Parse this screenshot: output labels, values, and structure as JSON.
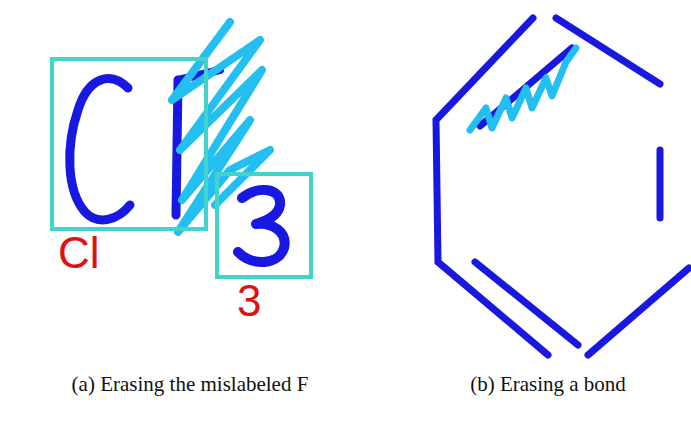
{
  "diagram": {
    "nodes": [
      {
        "text": [
          "Cl"
        ]
      },
      {
        "text": [
          "3"
        ]
      }
    ],
    "labels": [
      "(a) Erasing the mislabeled F",
      "(b) Erasing a bond"
    ]
  }
}
